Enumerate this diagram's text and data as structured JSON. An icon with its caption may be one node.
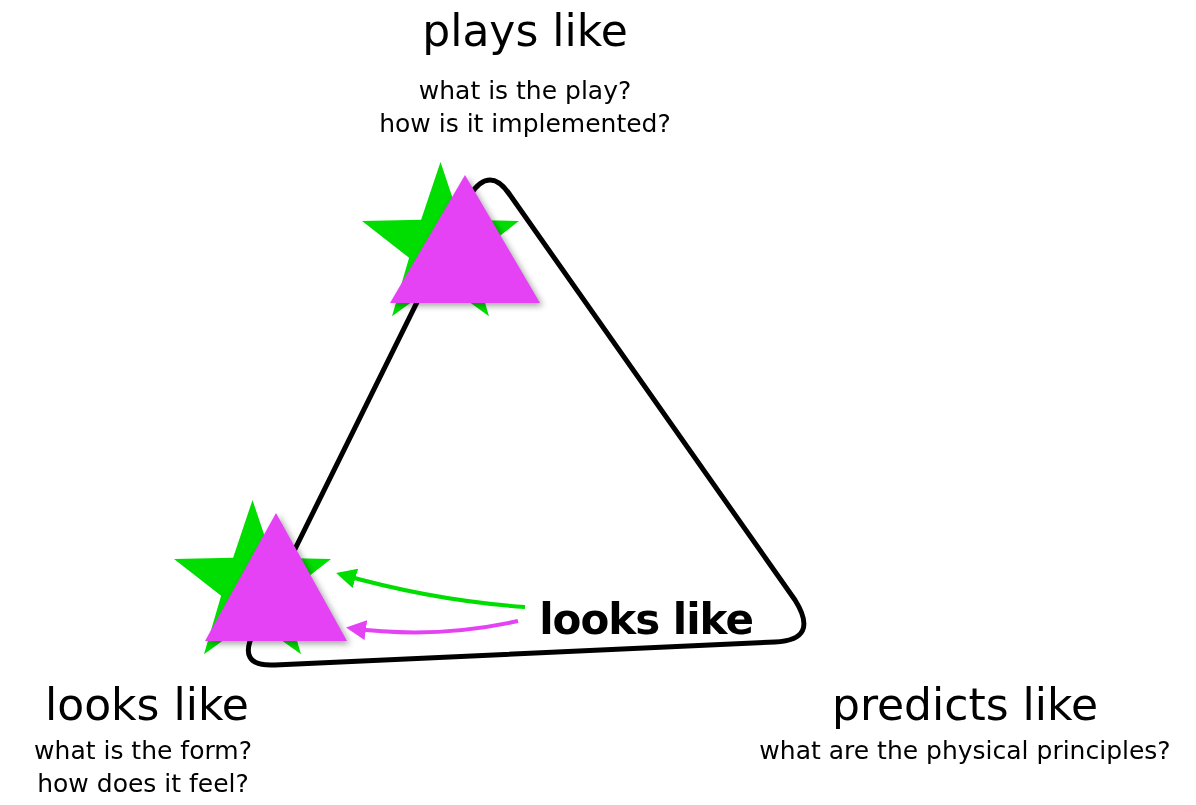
{
  "diagram": {
    "nodes": [
      {
        "text": [],
        "shape": "star"
      },
      {
        "text": [],
        "shape": "triangle"
      },
      {
        "text": [],
        "shape": "star"
      },
      {
        "text": [],
        "shape": "triangle"
      },
      {
        "text": [
          "looks like"
        ]
      }
    ],
    "edges": [
      {
        "from": 4,
        "to": 2,
        "arrow": "to",
        "color": "#00dd00"
      },
      {
        "from": 4,
        "to": 3,
        "arrow": "to",
        "color": "#e642f5"
      }
    ],
    "labels": [
      "plays like",
      "what is the play? how is it implemented?",
      "looks like",
      "what is the form? how does it feel?",
      "predicts like",
      "what are the physical principles?"
    ]
  }
}
